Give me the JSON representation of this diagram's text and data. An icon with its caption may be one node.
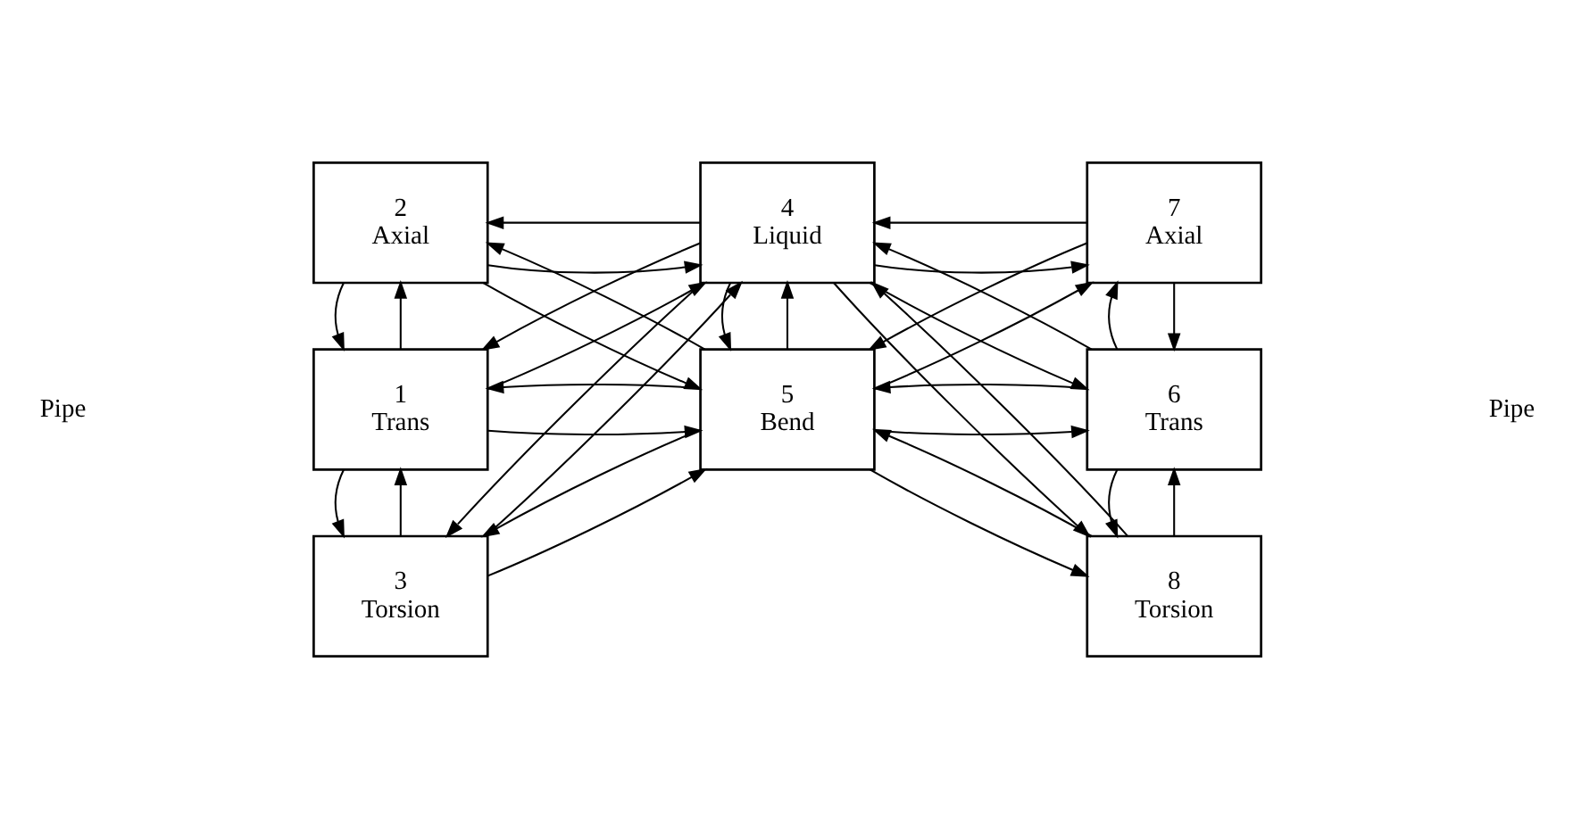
{
  "diagram": {
    "nodes": [
      {
        "text": [
          "2",
          "Axial"
        ]
      },
      {
        "text": [
          "1",
          "Trans"
        ]
      },
      {
        "text": [
          "3",
          "Torsion"
        ]
      },
      {
        "text": [
          "4",
          "Liquid"
        ]
      },
      {
        "text": [
          "5",
          "Bend"
        ]
      },
      {
        "text": [
          "7",
          "Axial"
        ]
      },
      {
        "text": [
          "6",
          "Trans"
        ]
      },
      {
        "text": [
          "8",
          "Torsion"
        ]
      }
    ],
    "edges": [
      {
        "from": 1,
        "to": 0,
        "arrow": "to"
      },
      {
        "from": 0,
        "to": 1,
        "arrow": "to"
      },
      {
        "from": 2,
        "to": 1,
        "arrow": "to"
      },
      {
        "from": 1,
        "to": 2,
        "arrow": "to"
      },
      {
        "from": 0,
        "to": 3,
        "arrow": "to"
      },
      {
        "from": 3,
        "to": 0,
        "arrow": "to"
      },
      {
        "from": 0,
        "to": 4,
        "arrow": "to"
      },
      {
        "from": 4,
        "to": 0,
        "arrow": "to"
      },
      {
        "from": 1,
        "to": 3,
        "arrow": "to"
      },
      {
        "from": 3,
        "to": 1,
        "arrow": "to"
      },
      {
        "from": 1,
        "to": 4,
        "arrow": "to"
      },
      {
        "from": 4,
        "to": 1,
        "arrow": "to"
      },
      {
        "from": 2,
        "to": 3,
        "arrow": "to"
      },
      {
        "from": 3,
        "to": 2,
        "arrow": "to"
      },
      {
        "from": 2,
        "to": 4,
        "arrow": "to"
      },
      {
        "from": 4,
        "to": 2,
        "arrow": "to"
      },
      {
        "from": 4,
        "to": 3,
        "arrow": "to"
      },
      {
        "from": 3,
        "to": 4,
        "arrow": "to"
      },
      {
        "from": 3,
        "to": 5,
        "arrow": "to"
      },
      {
        "from": 5,
        "to": 3,
        "arrow": "to"
      },
      {
        "from": 3,
        "to": 6,
        "arrow": "to"
      },
      {
        "from": 6,
        "to": 3,
        "arrow": "to"
      },
      {
        "from": 3,
        "to": 7,
        "arrow": "to"
      },
      {
        "from": 7,
        "to": 3,
        "arrow": "to"
      },
      {
        "from": 4,
        "to": 5,
        "arrow": "to"
      },
      {
        "from": 5,
        "to": 4,
        "arrow": "to"
      },
      {
        "from": 4,
        "to": 6,
        "arrow": "to"
      },
      {
        "from": 6,
        "to": 4,
        "arrow": "to"
      },
      {
        "from": 4,
        "to": 7,
        "arrow": "to"
      },
      {
        "from": 7,
        "to": 4,
        "arrow": "to"
      },
      {
        "from": 5,
        "to": 6,
        "arrow": "to"
      },
      {
        "from": 6,
        "to": 5,
        "arrow": "to"
      },
      {
        "from": 7,
        "to": 6,
        "arrow": "to"
      },
      {
        "from": 6,
        "to": 7,
        "arrow": "to"
      }
    ],
    "labels": [
      "Pipe",
      "Pipe"
    ]
  }
}
